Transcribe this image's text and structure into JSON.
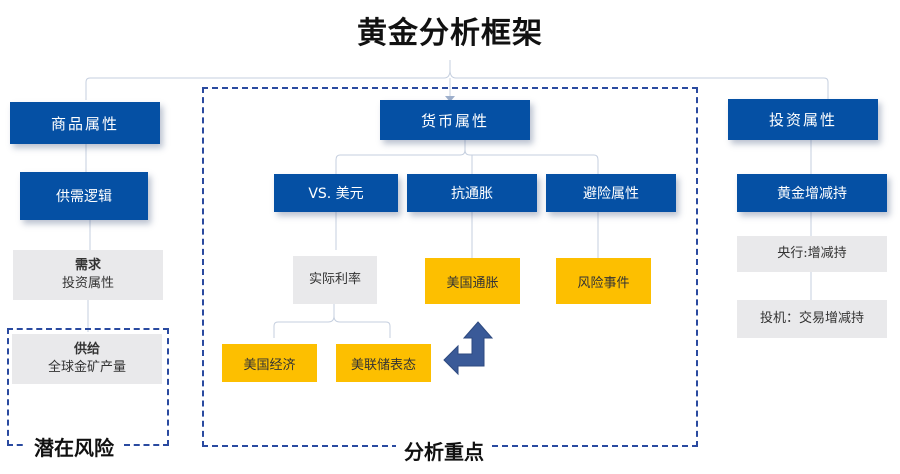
{
  "title": "黄金分析框架",
  "commodity": {
    "header": "商品属性",
    "sub": "供需逻辑",
    "demand": {
      "title": "需求",
      "detail": "投资属性"
    },
    "supply": {
      "title": "供给",
      "detail": "全球金矿产量"
    },
    "region_label": "潜在风险"
  },
  "currency": {
    "header": "货币属性",
    "children": [
      {
        "label": "VS. 美元",
        "child": "实际利率",
        "grandchildren": [
          "美国经济",
          "美联储表态"
        ]
      },
      {
        "label": "抗通胀",
        "child": "美国通胀"
      },
      {
        "label": "避险属性",
        "child": "风险事件"
      }
    ],
    "region_label": "分析重点"
  },
  "investment": {
    "header": "投资属性",
    "sub": "黄金增减持",
    "items": [
      "央行:增减持",
      "投机：交易增减持"
    ]
  },
  "colors": {
    "primary_blue": "#0550a4",
    "highlight_yellow": "#fdbf00",
    "neutral_gray": "#e9e9eb",
    "dash_blue": "#2a4aa0",
    "arrow_blue": "#3a5a98"
  }
}
